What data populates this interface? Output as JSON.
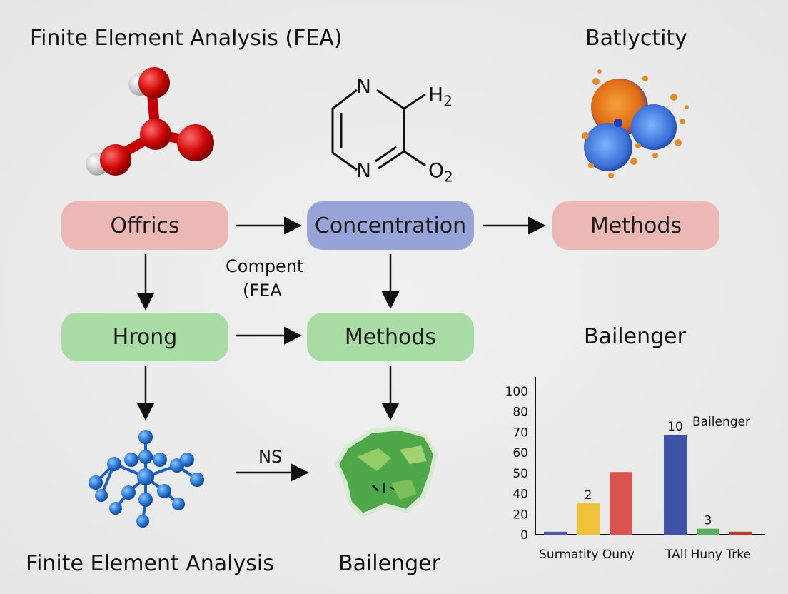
{
  "header": {
    "left_title": "Finite Element Analysis (FEA)",
    "right_title": "Batlyctity"
  },
  "molecule_labels": {
    "n_top": "N",
    "n_bottom": "N",
    "h2": "H",
    "h2_sub": "2",
    "o2": "O",
    "o2_sub": "2"
  },
  "nodes": {
    "offrics": "Offrics",
    "concentration": "Concentration",
    "methods_top": "Methods",
    "hrong": "Hrong",
    "methods_mid": "Methods",
    "bailenger_mid": "Bailenger"
  },
  "annotations": {
    "compent_line1": "Compent",
    "compent_line2": "(FEA",
    "ns": "NS"
  },
  "footer": {
    "left_label": "Finite Element Analysis",
    "center_label": "Bailenger"
  },
  "colors": {
    "pink": "#ebb8b6",
    "blue": "#98a3d8",
    "green": "#a9dca4"
  },
  "chart_data": {
    "type": "bar",
    "title": "",
    "xlabel": "",
    "ylabel": "",
    "ylim": [
      0,
      100
    ],
    "y_ticks": [
      "100",
      "80",
      "70",
      "60",
      "50",
      "40",
      "20",
      "0"
    ],
    "groups": [
      "Surmatity Ouny",
      "TAll Huny Trke"
    ],
    "bars": [
      {
        "group": 0,
        "value": 2,
        "color": "#4a5aa8"
      },
      {
        "group": 0,
        "value": 21,
        "color": "#f0c23a"
      },
      {
        "group": 0,
        "value": 42,
        "color": "#d9534f"
      },
      {
        "group": 1,
        "value": 67,
        "color": "#3e52a8"
      },
      {
        "group": 1,
        "value": 4,
        "color": "#5aae5a"
      },
      {
        "group": 1,
        "value": 2,
        "color": "#c0392b"
      }
    ],
    "data_labels": [
      {
        "bar": 1,
        "text": "2"
      },
      {
        "bar": 3,
        "text": "10"
      },
      {
        "bar": 4,
        "text": "3"
      }
    ],
    "annotation": "Bailenger"
  }
}
